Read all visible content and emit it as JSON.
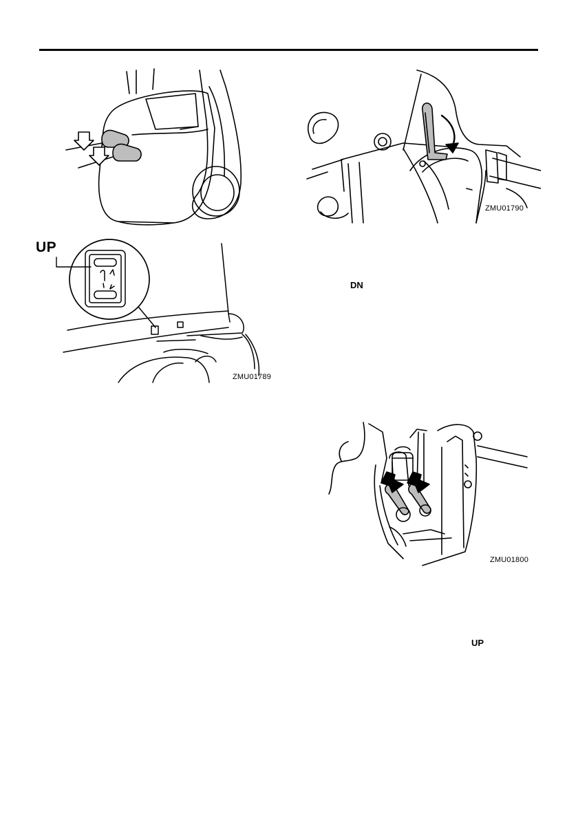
{
  "figures": [
    {
      "id": "fig1",
      "code": "ZMU01789",
      "callout": "UP"
    },
    {
      "id": "fig2",
      "code": "ZMU01790"
    },
    {
      "id": "fig3",
      "code": "ZMU01800"
    }
  ],
  "text": {
    "dn_label": "DN",
    "up_label": "UP"
  }
}
